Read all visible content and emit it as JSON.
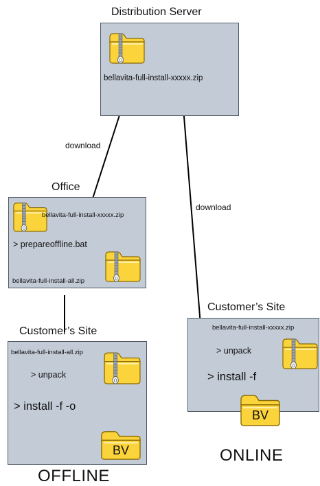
{
  "colors": {
    "box_fill": "#c3cbd6",
    "box_border": "#4d5966",
    "folder_fill": "#fbd33a",
    "folder_border": "#8a6a00",
    "zip_strip": "#9aa3ad"
  },
  "icons": {
    "zip_folder": "zip-folder-icon",
    "bv_folder": "bv-folder-icon"
  },
  "distribution_server": {
    "title": "Distribution Server",
    "file": "bellavita-full-install-xxxxx.zip"
  },
  "office": {
    "title": "Office",
    "file_in": "bellavita-full-install-xxxxx.zip",
    "command": "> prepareoffline.bat",
    "file_out": "bellavita-full-install-all.zip"
  },
  "offline_site": {
    "title": "Customer’s Site",
    "file": "bellavita-full-install-all.zip",
    "cmd_unpack": "> unpack",
    "cmd_install": "> install -f -o",
    "bv_label": "BV",
    "caption": "OFFLINE"
  },
  "online_site": {
    "title": "Customer’s Site",
    "file": "bellavita-full-install-xxxxx.zip",
    "cmd_unpack": "> unpack",
    "cmd_install": "> install -f",
    "bv_label": "BV",
    "caption": "ONLINE"
  },
  "edges": {
    "download_to_office": "download",
    "download_to_online": "download"
  }
}
